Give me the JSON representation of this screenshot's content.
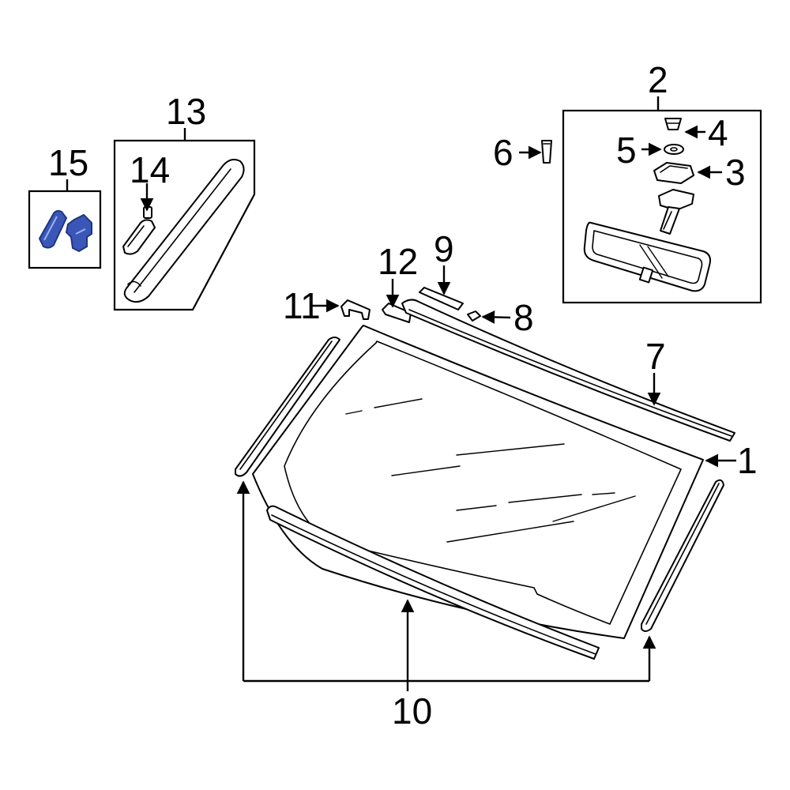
{
  "callouts": {
    "c1": "1",
    "c2": "2",
    "c3": "3",
    "c4": "4",
    "c5": "5",
    "c6": "6",
    "c7": "7",
    "c8": "8",
    "c9": "9",
    "c10": "10",
    "c11": "11",
    "c12": "12",
    "c13": "13",
    "c14": "14",
    "c15": "15"
  },
  "colors": {
    "line": "#000000",
    "background": "#ffffff",
    "highlight_fill": "#3a57b8",
    "highlight_dark": "#1f3580"
  },
  "highlighted_part": "15"
}
